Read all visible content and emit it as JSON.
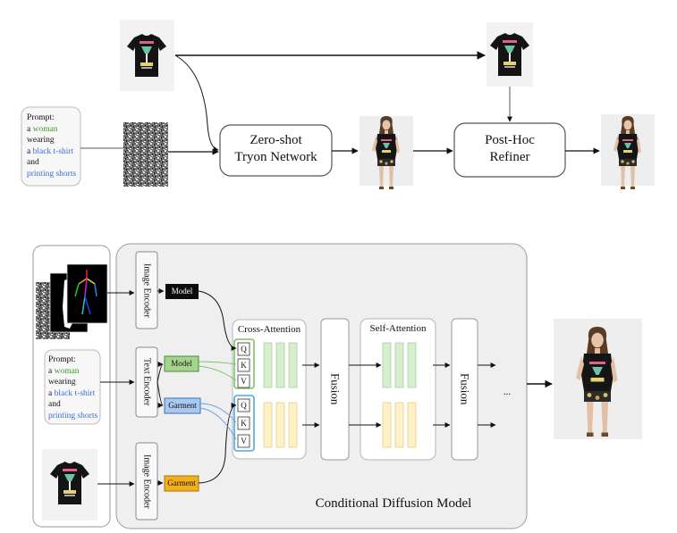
{
  "top": {
    "prompt": {
      "title": "Prompt:",
      "a1": "a",
      "woman": "woman",
      "wearing": "wearing",
      "a2": "a",
      "tshirt": "black t-shirt",
      "and": "and",
      "shorts": "printing shorts"
    },
    "tryon_line1": "Zero-shot",
    "tryon_line2": "Tryon Network",
    "refiner_line1": "Post-Hoc",
    "refiner_line2": "Refiner"
  },
  "bottom": {
    "prompt": {
      "title": "Prompt:",
      "a1": "a",
      "woman": "woman",
      "wearing": "wearing",
      "a2": "a",
      "tshirt": "black t-shirt",
      "and": "and",
      "shorts": "printing shorts"
    },
    "image_encoder_top": "Image Encoder",
    "text_encoder": "Text Encoder",
    "image_encoder_bottom": "Image Encoder",
    "model_black": "Model",
    "model_green": "Model",
    "garment_blue": "Garment",
    "garment_orange": "Garment",
    "cross_attention": "Cross-Attention",
    "self_attention": "Self-Attention",
    "fusion1": "Fusion",
    "fusion2": "Fusion",
    "q1": "Q",
    "k1": "K",
    "v1": "V",
    "q2": "Q",
    "k2": "K",
    "v2": "V",
    "ellipsis": "...",
    "cdm_title": "Conditional Diffusion Model"
  },
  "colors": {
    "green": "#3e9a2c",
    "blue": "#3a6fcc",
    "model_green_fill": "#a5d48e",
    "garment_blue_fill": "#a9c8ef",
    "garment_orange_fill": "#f3b01a",
    "qkv_green": "#78c466",
    "qkv_blue": "#4aa8e0",
    "bar_green": "#d6eecd",
    "bar_yellow": "#fff1c6"
  }
}
